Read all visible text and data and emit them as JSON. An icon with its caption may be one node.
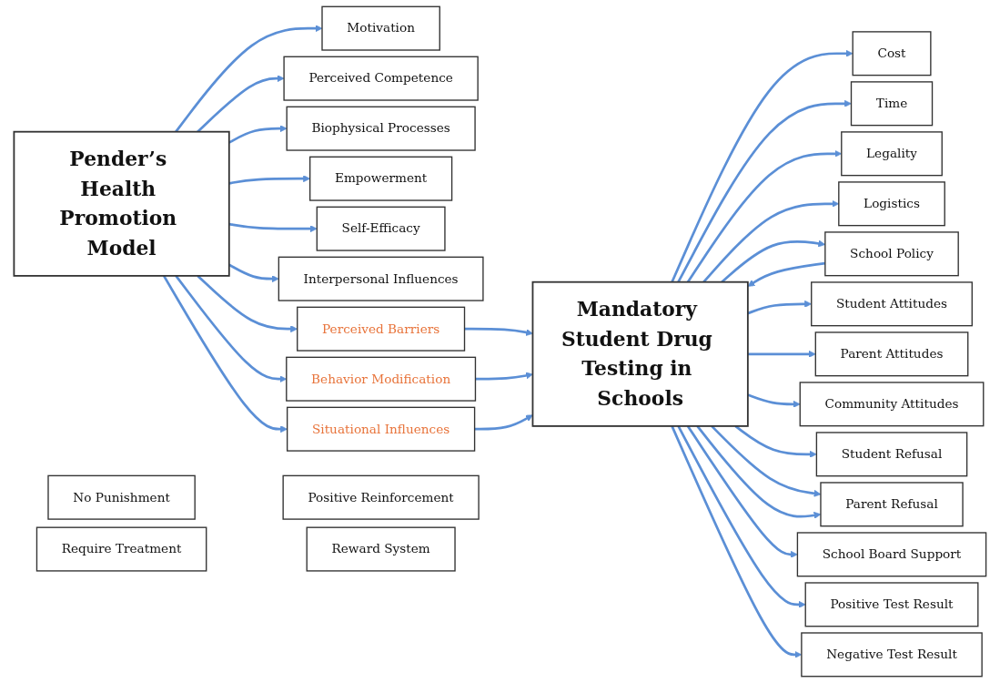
{
  "diagram": {
    "nodes": [
      {
        "text": [
          "Pender’s Health Promotion Model"
        ]
      },
      {
        "text": [
          "Motivation"
        ]
      },
      {
        "text": [
          "Perceived Competence"
        ]
      },
      {
        "text": [
          "Biophysical Processes"
        ]
      },
      {
        "text": [
          "Empowerment"
        ]
      },
      {
        "text": [
          "Self-Efficacy"
        ]
      },
      {
        "text": [
          "Interpersonal Influences"
        ]
      },
      {
        "text": [
          "Perceived Barriers"
        ]
      },
      {
        "text": [
          "Behavior Modification"
        ]
      },
      {
        "text": [
          "Situational Influences"
        ]
      },
      {
        "text": [
          "Mandatory Student Drug Testing in Schools"
        ]
      },
      {
        "text": [
          "Cost"
        ]
      },
      {
        "text": [
          "Time"
        ]
      },
      {
        "text": [
          "Legality"
        ]
      },
      {
        "text": [
          "Logistics"
        ]
      },
      {
        "text": [
          "School Policy"
        ]
      },
      {
        "text": [
          "Student Attitudes"
        ]
      },
      {
        "text": [
          "Parent Attitudes"
        ]
      },
      {
        "text": [
          "Community Attitudes"
        ]
      },
      {
        "text": [
          "Student Refusal"
        ]
      },
      {
        "text": [
          "Parent Refusal"
        ]
      },
      {
        "text": [
          "School Board Support"
        ]
      },
      {
        "text": [
          "Positive Test Result"
        ]
      },
      {
        "text": [
          "No Punishment"
        ]
      },
      {
        "text": [
          "Require Treatment"
        ]
      },
      {
        "text": [
          "Negative Test Result"
        ]
      },
      {
        "text": [
          "Positive Reinforcement"
        ]
      },
      {
        "text": [
          "Reward System"
        ]
      }
    ],
    "edges": [
      {
        "from": 0,
        "to": 1,
        "arrow": "to"
      },
      {
        "from": 0,
        "to": 2,
        "arrow": "to"
      },
      {
        "from": 0,
        "to": 3,
        "arrow": "to"
      },
      {
        "from": 0,
        "to": 4,
        "arrow": "to"
      },
      {
        "from": 0,
        "to": 5,
        "arrow": "to"
      },
      {
        "from": 0,
        "to": 6,
        "arrow": "to"
      },
      {
        "from": 0,
        "to": 7,
        "arrow": "to"
      },
      {
        "from": 0,
        "to": 8,
        "arrow": "to"
      },
      {
        "from": 0,
        "to": 9,
        "arrow": "to"
      },
      {
        "from": 7,
        "to": 10,
        "arrow": "to"
      },
      {
        "from": 8,
        "to": 10,
        "arrow": "to"
      },
      {
        "from": 9,
        "to": 10,
        "arrow": "to"
      },
      {
        "from": 10,
        "to": 11,
        "arrow": "to"
      },
      {
        "from": 10,
        "to": 12,
        "arrow": "to"
      },
      {
        "from": 10,
        "to": 13,
        "arrow": "to"
      },
      {
        "from": 10,
        "to": 14,
        "arrow": "to"
      },
      {
        "from": 10,
        "to": 15,
        "arrow": "to"
      },
      {
        "from": 15,
        "to": 10,
        "arrow": "to"
      },
      {
        "from": 10,
        "to": 16,
        "arrow": "to"
      },
      {
        "from": 10,
        "to": 17,
        "arrow": "to"
      },
      {
        "from": 10,
        "to": 18,
        "arrow": "to"
      },
      {
        "from": 10,
        "to": 19,
        "arrow": "to"
      },
      {
        "from": 10,
        "to": 20,
        "arrow": "to"
      },
      {
        "from": 10,
        "to": 20,
        "arrow": "to"
      },
      {
        "from": 10,
        "to": 21,
        "arrow": "to"
      },
      {
        "from": 10,
        "to": 22,
        "arrow": "to"
      },
      {
        "from": 10,
        "to": 25,
        "arrow": "to"
      }
    ]
  }
}
